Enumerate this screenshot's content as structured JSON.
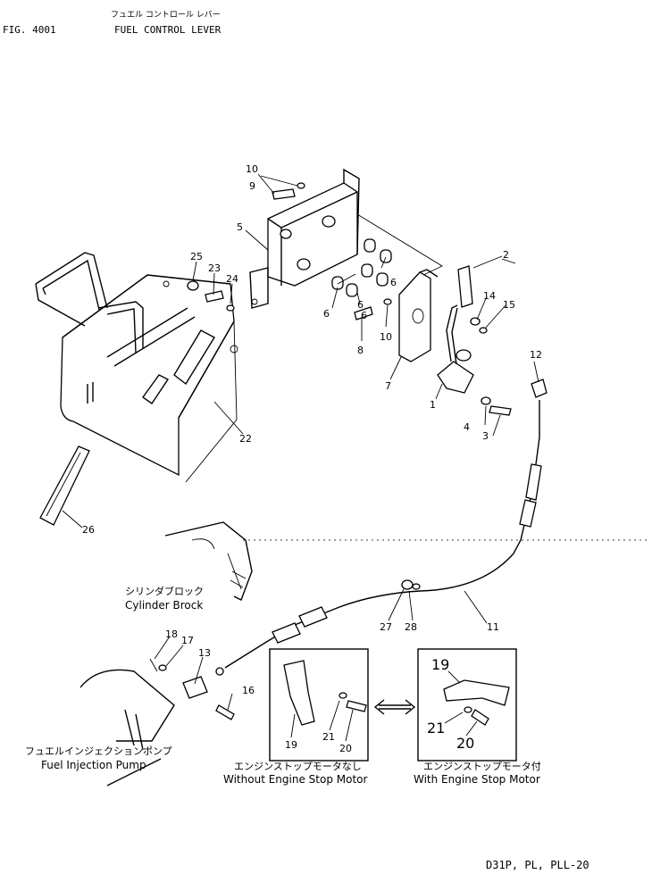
{
  "header": {
    "fig_label": "FIG. 4001",
    "title_jp": "フュエル コントロール レバー",
    "title_en": "FUEL CONTROL LEVER"
  },
  "callouts": [
    "1",
    "2",
    "3",
    "4",
    "5",
    "6",
    "6",
    "6",
    "6",
    "7",
    "8",
    "9",
    "10",
    "10",
    "11",
    "12",
    "13",
    "14",
    "15",
    "16",
    "17",
    "18",
    "19",
    "20",
    "21",
    "22",
    "23",
    "24",
    "25",
    "26",
    "27",
    "28"
  ],
  "labels": {
    "cylinder_jp": "シリンダブロック",
    "cylinder_en": "Cylinder Brock",
    "pump_jp": "フュエルインジェクションポンプ",
    "pump_en": "Fuel Injection Pump",
    "without_jp": "エンジンストップモータなし",
    "without_en": "Without Engine Stop Motor",
    "with_jp": "エンジンストップモータ付",
    "with_en": "With Engine Stop Motor"
  },
  "inset_without": {
    "n19": "19",
    "n21": "21",
    "n20": "20"
  },
  "inset_with": {
    "n19": "19",
    "n21": "21",
    "n20": "20"
  },
  "footer": {
    "model_code": "D31P, PL, PLL-20"
  }
}
